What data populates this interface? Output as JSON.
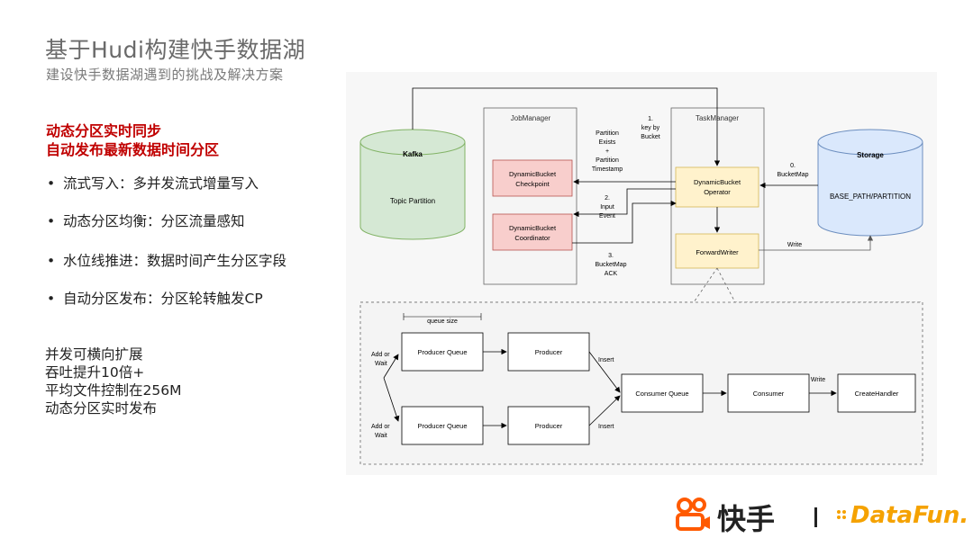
{
  "slide": {
    "title": "基于Hudi构建快手数据湖",
    "subtitle": "建设快手数据湖遇到的挑战及解决方案",
    "highlights": [
      "动态分区实时同步",
      "自动发布最新数据时间分区"
    ],
    "bullets": [
      "流式写入：多并发流式增量写入",
      "动态分区均衡：分区流量感知",
      "水位线推进：数据时间产生分区字段",
      "自动分区发布：分区轮转触发CP"
    ],
    "bullet_marker": "•",
    "results": [
      "并发可横向扩展",
      "吞吐提升10倍+",
      "平均文件控制在256M",
      "动态分区实时发布"
    ]
  },
  "diagram": {
    "kafka": {
      "title": "Kafka",
      "label": "Topic Partition",
      "color": "#d5e8d4",
      "stroke": "#82b366"
    },
    "storage": {
      "title": "Storage",
      "label": "BASE_PATH/PARTITION",
      "color": "#dae8fc",
      "stroke": "#6c8ebf"
    },
    "jobmanager": {
      "label": "JobManager"
    },
    "taskmanager": {
      "label": "TaskManager"
    },
    "checkpoint": {
      "label1": "DynamicBucket",
      "label2": "Checkpoint",
      "color": "#f8cecc",
      "stroke": "#b85450"
    },
    "coordinator": {
      "label1": "DynamicBucket",
      "label2": "Coordinator",
      "color": "#f8cecc",
      "stroke": "#b85450"
    },
    "operator": {
      "label1": "DynamicBucket",
      "label2": "Operator",
      "color": "#fff2cc",
      "stroke": "#d6b656"
    },
    "forwardwriter": {
      "label": "ForwardWriter",
      "color": "#fff2cc",
      "stroke": "#d6b656"
    },
    "edge_partition": [
      "Partition",
      "Exists",
      "+",
      "Partition",
      "Timestamp"
    ],
    "edge_keyby": [
      "1.",
      "key by",
      "Bucket"
    ],
    "edge_input": [
      "2.",
      "Input",
      "Event"
    ],
    "edge_ack": [
      "3.",
      "BucketMap",
      "ACK"
    ],
    "edge_bucketmap": [
      "0.",
      "BucketMap"
    ],
    "edge_write_top": "Write",
    "queue_size": "queue size",
    "add_or_wait": [
      "Add or",
      "Wait"
    ],
    "producer_queue": "Producer Queue",
    "producer": "Producer",
    "insert": "Insert",
    "consumer_queue": "Consumer Queue",
    "consumer": "Consumer",
    "write": "Write",
    "create_handler": "CreateHandler"
  },
  "footer": {
    "brand": "快手",
    "partner": "DataFun.",
    "brand_color": "#ff5a00",
    "partner_color": "#f5a200"
  }
}
